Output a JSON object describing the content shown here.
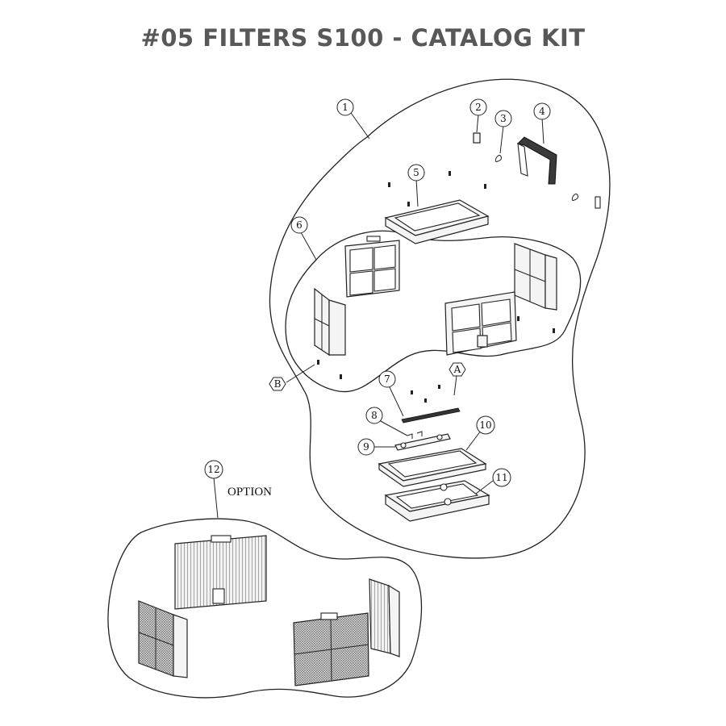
{
  "title": "#05 FILTERS S100 - CATALOG KIT",
  "callouts": {
    "c1": "1",
    "c2": "2",
    "c3": "3",
    "c4": "4",
    "c5": "5",
    "c6": "6",
    "c7": "7",
    "c8": "8",
    "c9": "9",
    "c10": "10",
    "c11": "11",
    "c12": "12",
    "ref_a": "A",
    "ref_b": "B"
  },
  "option_label": "OPTION"
}
